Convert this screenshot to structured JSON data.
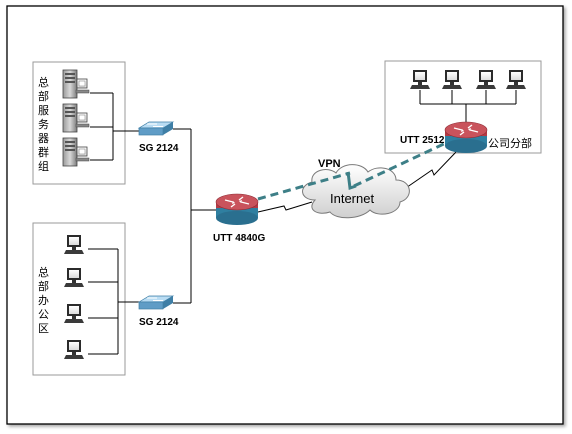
{
  "groups": {
    "server_cluster": "总部服务器群组",
    "office_area": "总部办公区",
    "branch_office": "公司分部"
  },
  "devices": {
    "switch_top": "SG 2124",
    "switch_bottom": "SG 2124",
    "main_router": "UTT 4840G",
    "branch_router": "UTT 2512"
  },
  "network": {
    "vpn": "VPN",
    "internet": "Internet"
  },
  "colors": {
    "vpn_line": "#3d7f87",
    "router_top": "#b53a44",
    "router_base": "#2f7fa0",
    "switch": "#8fc3e6"
  }
}
